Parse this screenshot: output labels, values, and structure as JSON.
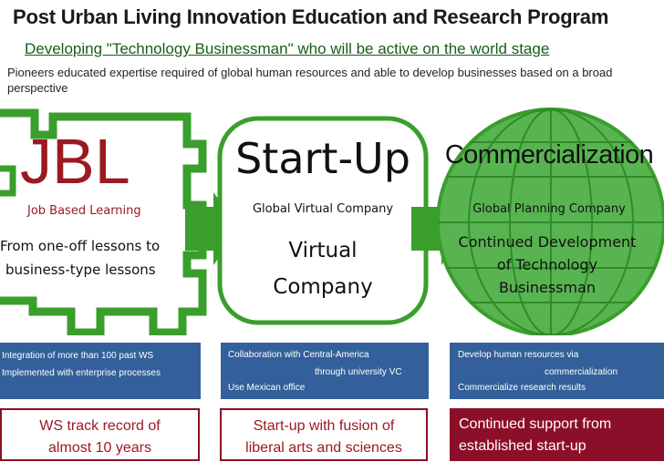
{
  "header": {
    "title": "Post Urban Living Innovation Education and Research Program",
    "subtitle": "Developing \"Technology Businessman\" who will be active on the world stage",
    "description": "Pioneers educated expertise required of global human resources and able to develop businesses based on a broad perspective"
  },
  "stages": {
    "jbl": {
      "big": "JBL",
      "label": "Job Based Learning",
      "line1": "From one-off lessons to",
      "line2": "business-type lessons"
    },
    "startup": {
      "big": "Start-Up",
      "label": "Global Virtual Company",
      "line1": "Virtual",
      "line2": "Company"
    },
    "commercialization": {
      "big": "Commercialization",
      "label": "Global Planning Company",
      "line1": "Continued Development",
      "line2": "of Technology",
      "line3": "Businessman"
    }
  },
  "info_boxes": {
    "jbl": [
      "Integration of more than 100 past WS",
      "Implemented with enterprise processes"
    ],
    "startup": [
      "Collaboration with Central-America",
      "through university VC",
      "Use Mexican office"
    ],
    "commercialization": [
      "Develop human resources via",
      "commercialization",
      "Commercialize research results"
    ]
  },
  "bottom_boxes": {
    "jbl": [
      "WS track record of",
      "almost 10 years"
    ],
    "startup": [
      "Start-up with fusion of",
      "liberal arts and sciences"
    ],
    "commercialization": [
      "Continued support from",
      "established start-up"
    ]
  },
  "colors": {
    "green": "#3a9e2c",
    "globe_fill": "#58b450",
    "dark_red": "#8b1020",
    "blue": "#33609a"
  }
}
